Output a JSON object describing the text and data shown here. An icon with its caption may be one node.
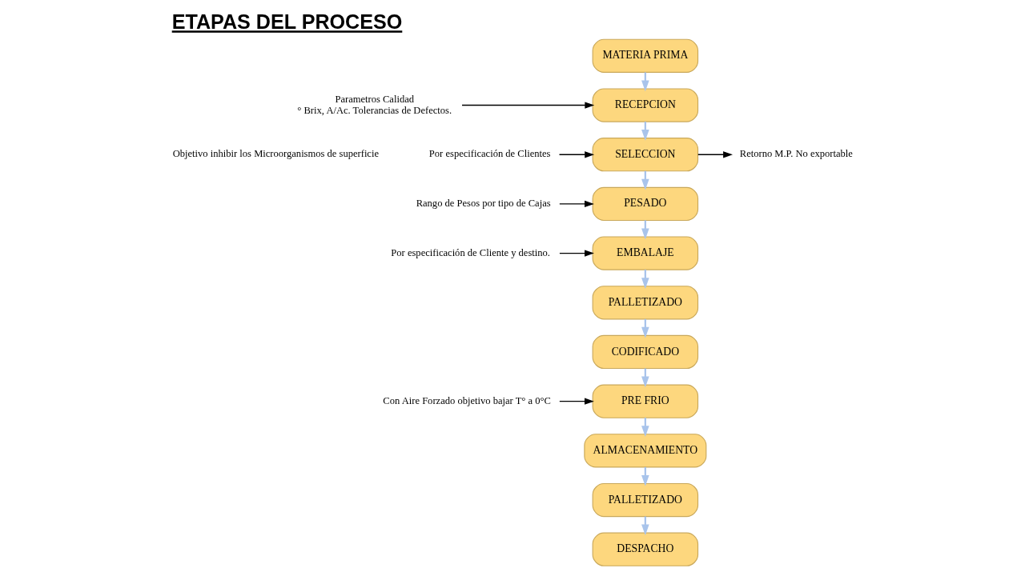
{
  "diagram": {
    "title": "ETAPAS DEL PROCESO",
    "nodes": [
      {
        "text": [
          "MATERIA PRIMA"
        ]
      },
      {
        "text": [
          "RECEPCION"
        ]
      },
      {
        "text": [
          "SELECCION"
        ]
      },
      {
        "text": [
          "PESADO"
        ]
      },
      {
        "text": [
          "EMBALAJE"
        ]
      },
      {
        "text": [
          "PALLETIZADO"
        ]
      },
      {
        "text": [
          "CODIFICADO"
        ]
      },
      {
        "text": [
          "PRE FRIO"
        ]
      },
      {
        "text": [
          "ALMACENAMIENTO"
        ]
      },
      {
        "text": [
          "PALLETIZADO"
        ]
      },
      {
        "text": [
          "DESPACHO"
        ]
      },
      {
        "text": [
          "Parametros Calidad",
          "° Brix, A/Ac. Tolerancias de Defectos."
        ]
      },
      {
        "text": [
          "Por especificación de Clientes"
        ]
      },
      {
        "text": [
          "Retorno M.P. No exportable"
        ]
      },
      {
        "text": [
          "Rango de Pesos por tipo de Cajas"
        ]
      },
      {
        "text": [
          "Por especificación de Cliente y destino."
        ]
      },
      {
        "text": [
          "Con Aire Forzado objetivo bajar T° a 0°C"
        ]
      }
    ],
    "edges": [
      {
        "from": 0,
        "to": 1,
        "arrow": "to"
      },
      {
        "from": 1,
        "to": 2,
        "arrow": "to"
      },
      {
        "from": 2,
        "to": 3,
        "arrow": "to"
      },
      {
        "from": 3,
        "to": 4,
        "arrow": "to"
      },
      {
        "from": 4,
        "to": 5,
        "arrow": "to"
      },
      {
        "from": 5,
        "to": 6,
        "arrow": "to"
      },
      {
        "from": 6,
        "to": 7,
        "arrow": "to"
      },
      {
        "from": 7,
        "to": 8,
        "arrow": "to"
      },
      {
        "from": 8,
        "to": 9,
        "arrow": "to"
      },
      {
        "from": 9,
        "to": 10,
        "arrow": "to"
      },
      {
        "from": 11,
        "to": 1,
        "arrow": "to",
        "color": "#000000"
      },
      {
        "from": 12,
        "to": 2,
        "arrow": "to",
        "color": "#000000"
      },
      {
        "from": 2,
        "to": 13,
        "arrow": "to",
        "color": "#000000"
      },
      {
        "from": 14,
        "to": 3,
        "arrow": "to",
        "color": "#000000"
      },
      {
        "from": 15,
        "to": 4,
        "arrow": "to",
        "color": "#000000"
      },
      {
        "from": 16,
        "to": 7,
        "arrow": "to",
        "color": "#000000"
      }
    ],
    "labels": [
      "Objetivo inhibir los Microorganismos de superficie"
    ]
  }
}
